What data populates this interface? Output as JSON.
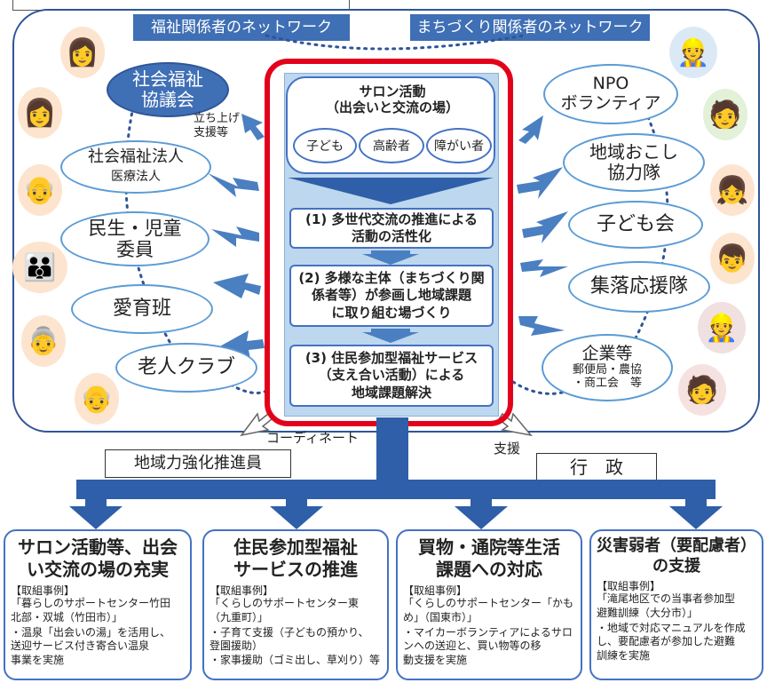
{
  "top_frame_color": "#2f5597",
  "network": {
    "welfare_label": "福祉関係者のネットワーク",
    "community_label": "まちづくり関係者のネットワーク"
  },
  "left_actors": {
    "council_line1": "社会福祉",
    "council_line2": "協議会",
    "launch_support_line1": "立ち上げ",
    "launch_support_line2": "支援等",
    "welfare_corp_line1": "社会福祉法人",
    "welfare_corp_line2": "医療法人",
    "welfare_officer_line1": "民生・児童",
    "welfare_officer_line2": "委員",
    "nursing_team": "愛育班",
    "elderly_club": "老人クラブ"
  },
  "right_actors": {
    "npo_line1": "NPO",
    "npo_line2": "ボランティア",
    "regional_line1": "地域おこし",
    "regional_line2": "協力隊",
    "kids_club": "子ども会",
    "village_support": "集落応援隊",
    "company_line1": "企業等",
    "company_line2": "郵便局・農協",
    "company_line3": "・商工会　等"
  },
  "center": {
    "salon_title_line1": "サロン活動",
    "salon_title_line2": "（出会いと交流の場）",
    "groups": [
      "子ども",
      "高齢者",
      "障がい者"
    ],
    "step1_line1": "(1) 多世代交流の推進による",
    "step1_line2": "活動の活性化",
    "step2_line1": "(2) 多様な主体（まちづくり関",
    "step2_line2": "係者等）が参画し地域課題",
    "step2_line3": "に取り組む場づくり",
    "step3_line1": "(3) 住民参加型福祉サービス",
    "step3_line2": "（支え合い活動）による",
    "step3_line3": "地域課題解決"
  },
  "bottom_links": {
    "coordinate": "コーディネート",
    "support": "支援",
    "promoter": "地域力強化推進員",
    "government": "行　政"
  },
  "cards": [
    {
      "title_line1": "サロン活動等、出会",
      "title_line2": "い交流の場の充実",
      "label": "【取組事例】",
      "ex1_line1": "「暮らしのサポートセンター竹田",
      "ex1_line2": "北部・双城（竹田市）」",
      "ex2_line1": "・温泉「出会いの湯」を活用し、",
      "ex2_line2": "送迎サービス付き寄合い温泉",
      "ex2_line3": "事業を実施"
    },
    {
      "title_line1": "住民参加型福祉",
      "title_line2": "サービスの推進",
      "label": "【取組事例】",
      "ex1_line1": "「くらしのサポートセンター東",
      "ex1_line2": "（九重町）」",
      "ex2_line1": "・子育て支援（子どもの預かり、",
      "ex2_line2": "登園援助）",
      "ex2_line3": "・家事援助（ゴミ出し、草刈り）等"
    },
    {
      "title_line1": "買物・通院等生活",
      "title_line2": "課題への対応",
      "label": "【取組事例】",
      "ex1_line1": "「くらしのサポートセンター「かも",
      "ex1_line2": "め」（国東市）」",
      "ex2_line1": "・マイカーボランティアによるサロ",
      "ex2_line2": "ンへの送迎と、買い物等の移",
      "ex2_line3": "動支援を実施"
    },
    {
      "title_line1": "災害弱者（要配慮者）",
      "title_line2": "の支援",
      "label": "【取組事例】",
      "ex1_line1": "「滝尾地区での当事者参加型",
      "ex1_line2": "避難訓練（大分市）」",
      "ex2_line1": "・地域で対応マニュアルを作成",
      "ex2_line2": "し、要配慮者が参加した避難",
      "ex2_line3": "訓練を実施"
    }
  ]
}
